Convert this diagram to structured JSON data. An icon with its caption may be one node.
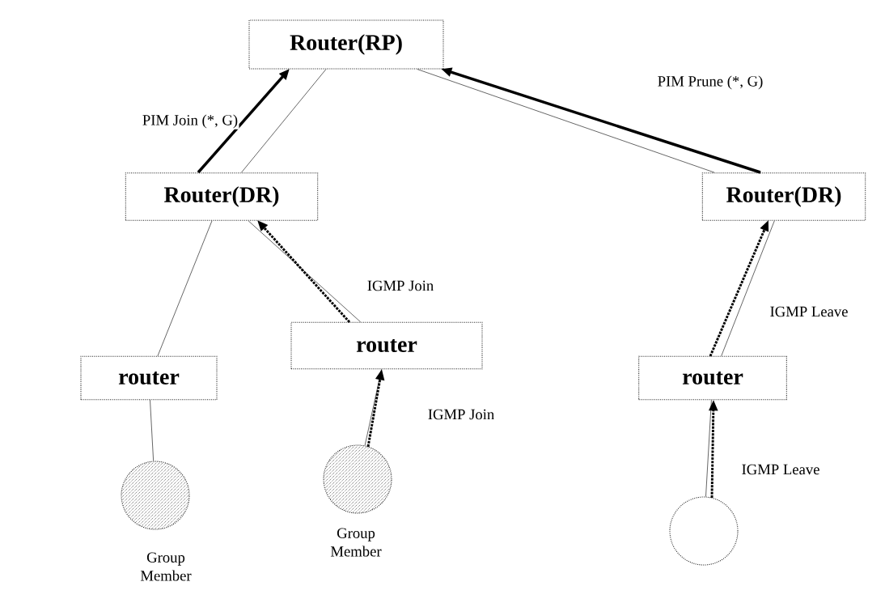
{
  "diagram": {
    "nodes": [
      {
        "text": [
          "Router(RP)"
        ]
      },
      {
        "text": [
          "Router(DR)"
        ]
      },
      {
        "text": [
          "Router(DR)"
        ]
      },
      {
        "text": [
          "router"
        ]
      },
      {
        "text": [
          "router"
        ]
      },
      {
        "text": [
          "router"
        ]
      },
      {
        "text": [],
        "shape": "circle",
        "beside": [
          "Group Member"
        ]
      },
      {
        "text": [],
        "shape": "circle",
        "beside": [
          "Group Member"
        ]
      },
      {
        "text": [],
        "shape": "circle"
      }
    ],
    "edges": [
      {
        "from": 0,
        "to": 1,
        "arrow": "none"
      },
      {
        "from": 0,
        "to": 2,
        "arrow": "none"
      },
      {
        "from": 1,
        "to": 3,
        "arrow": "none"
      },
      {
        "from": 1,
        "to": 4,
        "arrow": "none"
      },
      {
        "from": 2,
        "to": 5,
        "arrow": "none"
      },
      {
        "from": 3,
        "to": 6,
        "arrow": "none"
      },
      {
        "from": 4,
        "to": 7,
        "arrow": "none"
      },
      {
        "from": 5,
        "to": 8,
        "arrow": "none"
      },
      {
        "from": 1,
        "to": 0,
        "arrow": "to",
        "style": "thick",
        "label": "PIM Join (*, G)"
      },
      {
        "from": 2,
        "to": 0,
        "arrow": "to",
        "style": "thick",
        "label": "PIM Prune (*, G)"
      },
      {
        "from": 4,
        "to": 1,
        "arrow": "to",
        "style": "dashed",
        "label": "IGMP Join"
      },
      {
        "from": 5,
        "to": 2,
        "arrow": "to",
        "style": "dashed",
        "label": "IGMP Leave"
      },
      {
        "from": 7,
        "to": 4,
        "arrow": "to",
        "style": "dashed",
        "label": "IGMP Join"
      },
      {
        "from": 8,
        "to": 5,
        "arrow": "to",
        "style": "dashed",
        "label": "IGMP Leave"
      }
    ]
  }
}
